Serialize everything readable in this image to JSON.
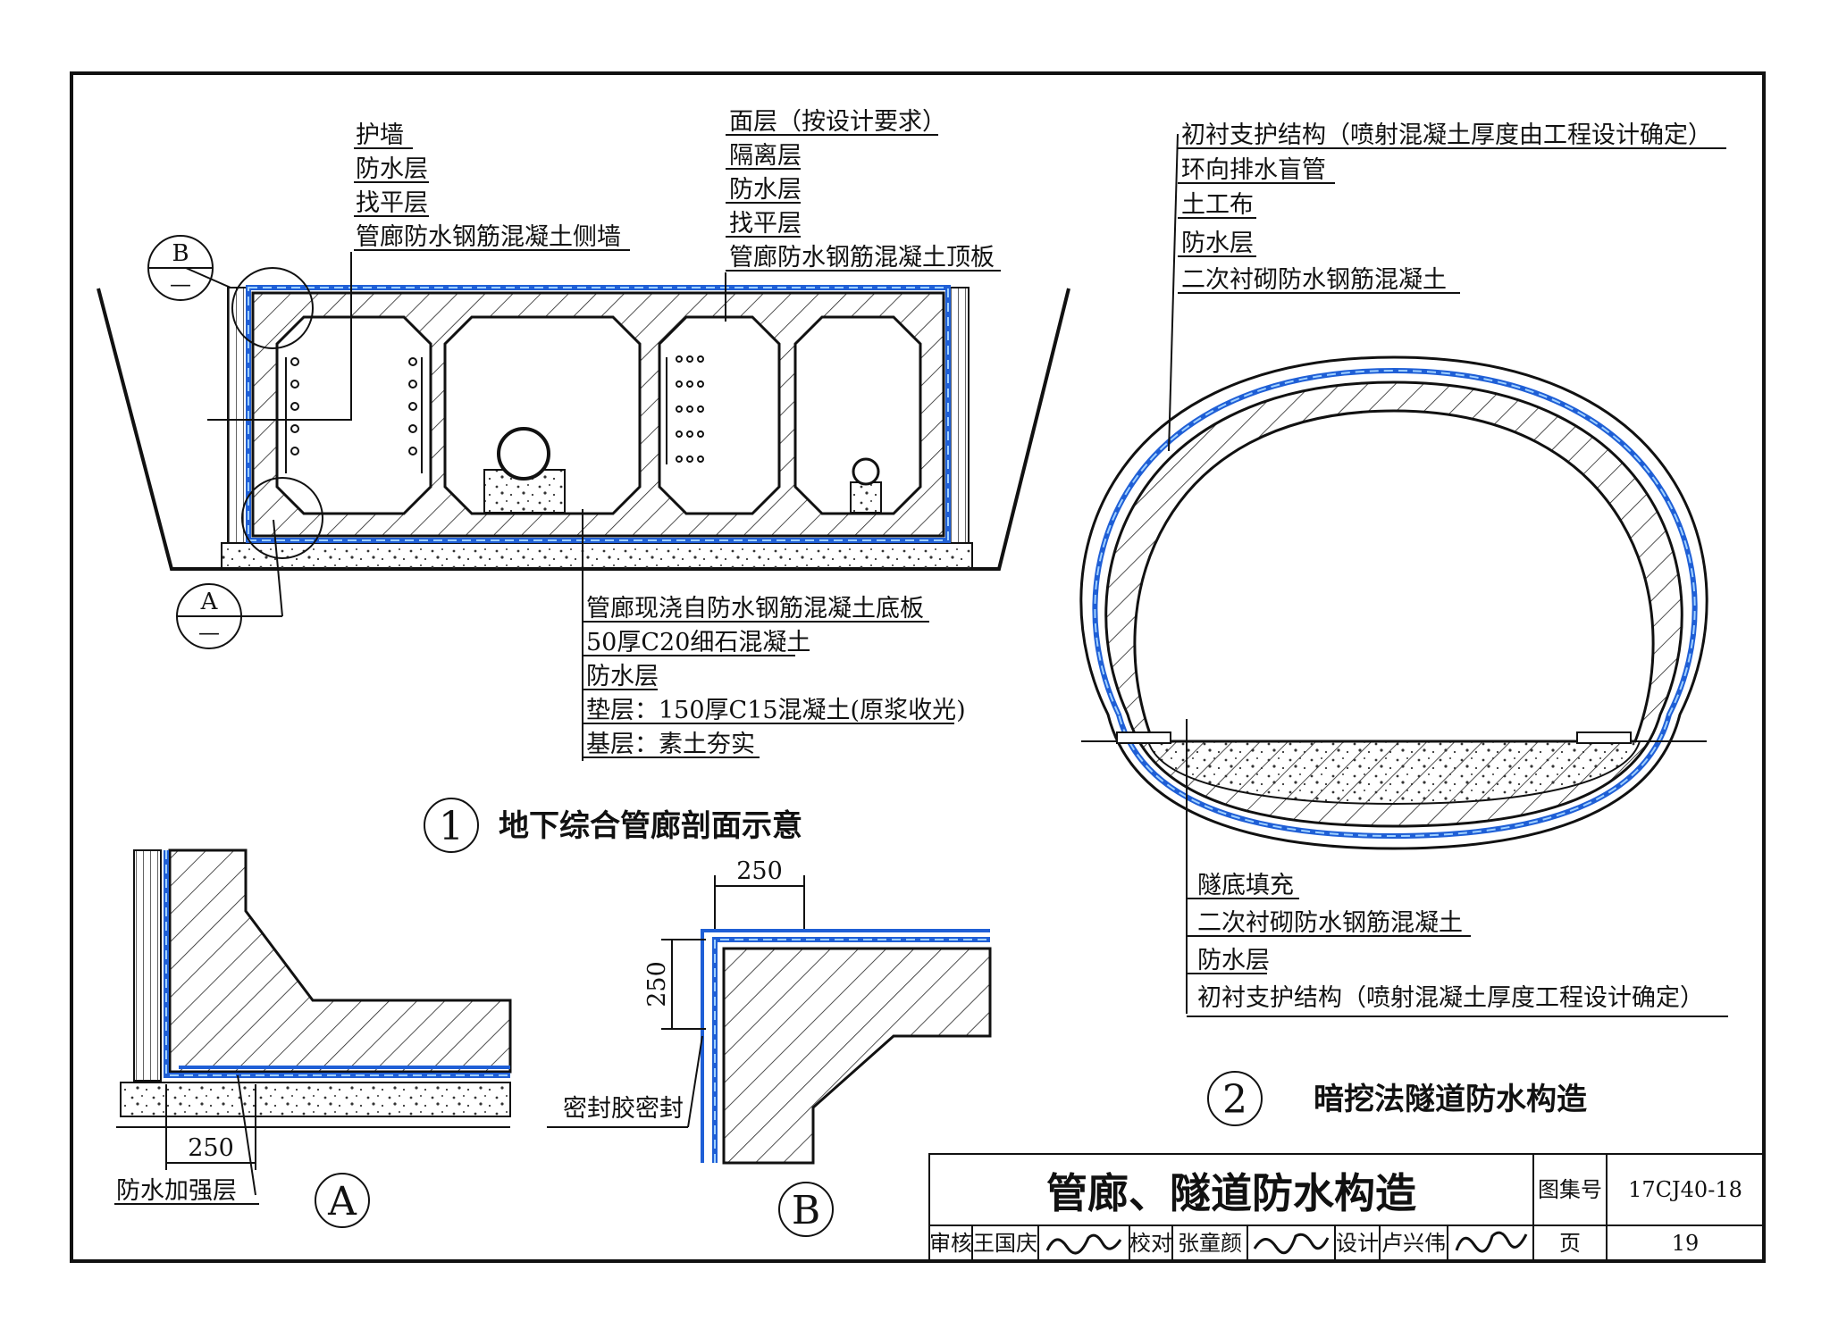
{
  "drawing": {
    "section1": {
      "number": "1",
      "caption": "地下综合管廊剖面示意",
      "detail_marks": {
        "b": "B",
        "a": "A",
        "sub": "—"
      },
      "wall_labels": [
        "护墙",
        "防水层",
        "找平层",
        "管廊防水钢筋混凝土侧墙"
      ],
      "roof_labels": [
        "面层（按设计要求）",
        "隔离层",
        "防水层",
        "找平层",
        "管廊防水钢筋混凝土顶板"
      ],
      "floor_labels": [
        "管廊现浇自防水钢筋混凝土底板",
        "50厚C20细石混凝土",
        "防水层",
        "垫层：150厚C15混凝土(原浆收光)",
        "基层：素土夯实"
      ]
    },
    "section2": {
      "number": "2",
      "caption": "暗挖法隧道防水构造",
      "top_labels": [
        "初衬支护结构（喷射混凝土厚度由工程设计确定）",
        "环向排水盲管",
        "土工布",
        "防水层",
        "二次衬砌防水钢筋混凝土"
      ],
      "bottom_labels": [
        "隧底填充",
        "二次衬砌防水钢筋混凝土",
        "防水层",
        "初衬支护结构（喷射混凝土厚度工程设计确定）"
      ]
    },
    "detail_a": {
      "mark": "A",
      "dim": "250",
      "label": "防水加强层"
    },
    "detail_b": {
      "mark": "B",
      "dim_h": "250",
      "dim_v": "250",
      "label": "密封胶密封"
    }
  },
  "title_block": {
    "title": "管廊、隧道防水构造",
    "atlas_label": "图集号",
    "atlas_no": "17CJ40-18",
    "review_label": "审核",
    "reviewer": "王国庆",
    "check_label": "校对",
    "checker": "张童颜",
    "design_label": "设计",
    "designer": "卢兴伟",
    "page_label": "页",
    "page_no": "19"
  },
  "colors": {
    "waterproof": "#1f5fd6",
    "line": "#111111"
  }
}
